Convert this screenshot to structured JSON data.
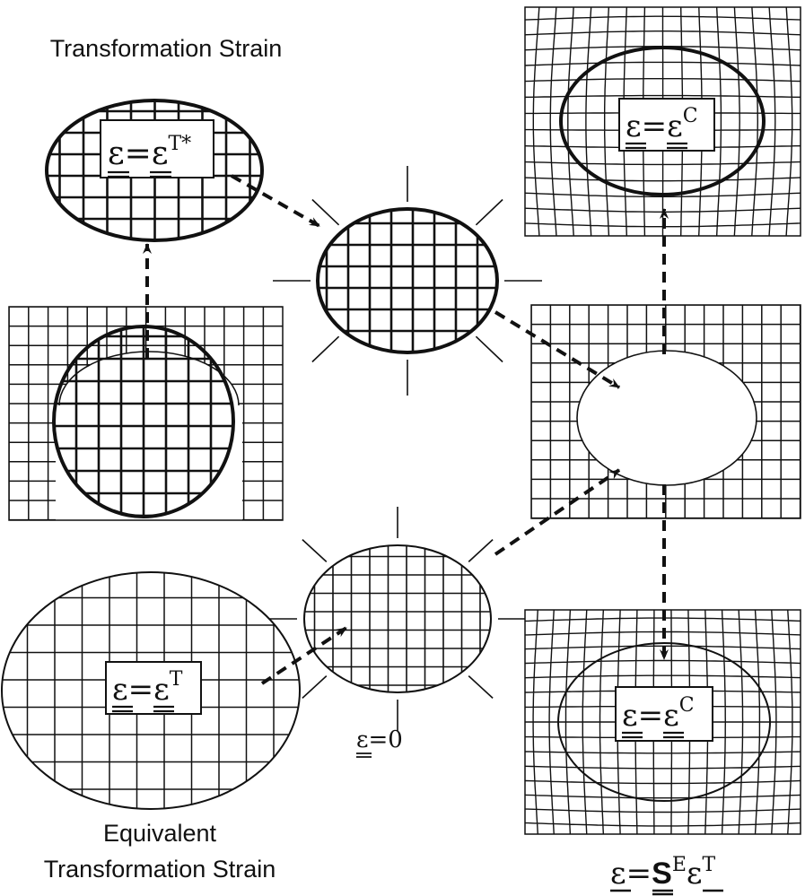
{
  "labels": {
    "top_title": "Transformation Strain",
    "bottom_title_line1": "Equivalent",
    "bottom_title_line2": "Transformation Strain"
  },
  "equations": {
    "top_left": {
      "lhs": "ε",
      "rel": "=",
      "rhs": "ε",
      "sup": "T*"
    },
    "top_right": {
      "lhs": "ε",
      "rel": "=",
      "rhs": "ε",
      "sup": "C"
    },
    "bottom_left": {
      "lhs": "ε",
      "rel": "=",
      "rhs": "ε",
      "sup": "T"
    },
    "bottom_right": {
      "lhs": "ε",
      "rel": "=",
      "rhs": "ε",
      "sup": "C"
    },
    "zero": {
      "lhs": "ε",
      "rel": "=",
      "rhs": "0"
    },
    "eshelby": {
      "lhs": "ε",
      "rel": "=",
      "op": "S",
      "op_sup": "E",
      "rhs": "ε",
      "rhs_sup": "T"
    }
  }
}
